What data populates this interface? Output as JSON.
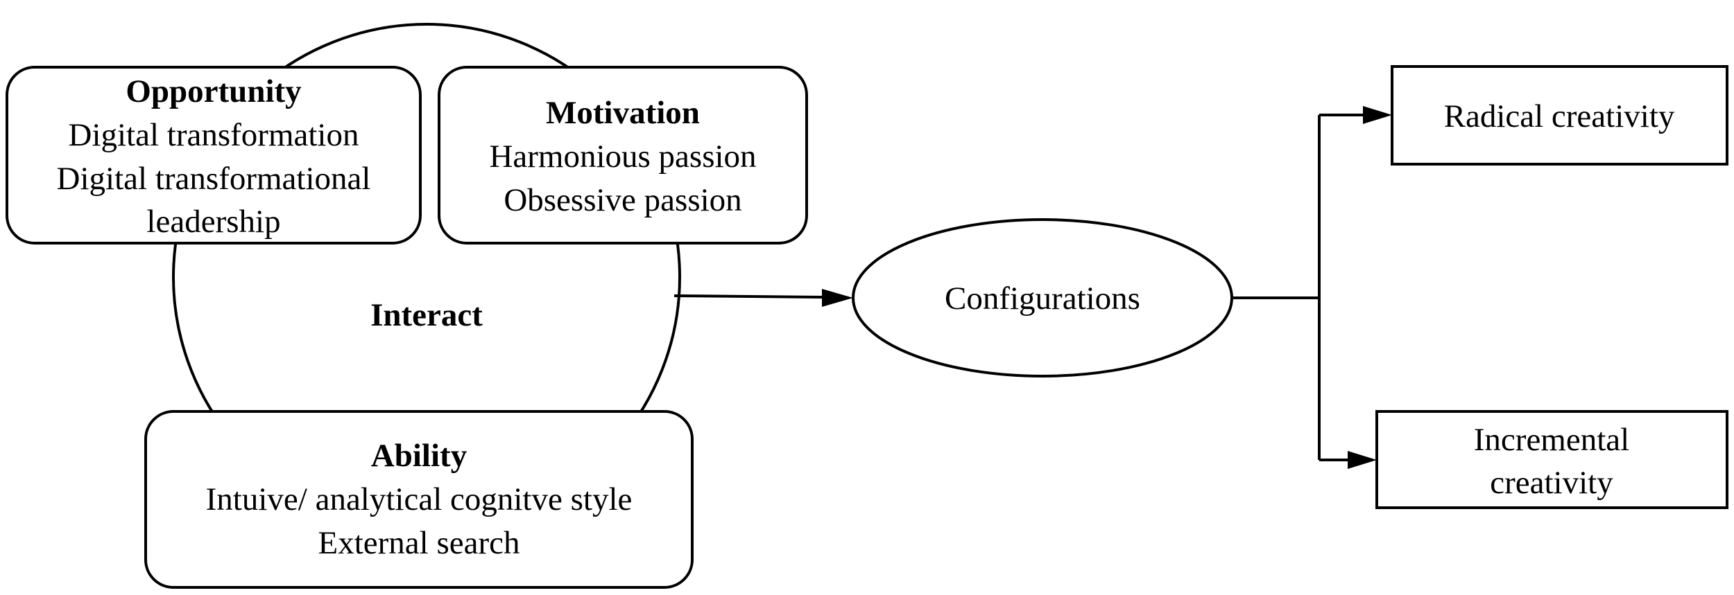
{
  "opportunity": {
    "heading": "Opportunity",
    "lines": [
      "Digital transformation",
      "Digital transformational",
      "leadership"
    ]
  },
  "motivation": {
    "heading": "Motivation",
    "lines": [
      "Harmonious passion",
      "Obsessive passion"
    ]
  },
  "ability": {
    "heading": "Ability",
    "lines": [
      "Intuive/ analytical cognitve style",
      "External search"
    ]
  },
  "interact": {
    "label": "Interact"
  },
  "configurations": {
    "label": "Configurations"
  },
  "outcomes": {
    "radical": {
      "lines": [
        "Radical creativity"
      ]
    },
    "incremental": {
      "lines": [
        "Incremental",
        "creativity"
      ]
    }
  }
}
